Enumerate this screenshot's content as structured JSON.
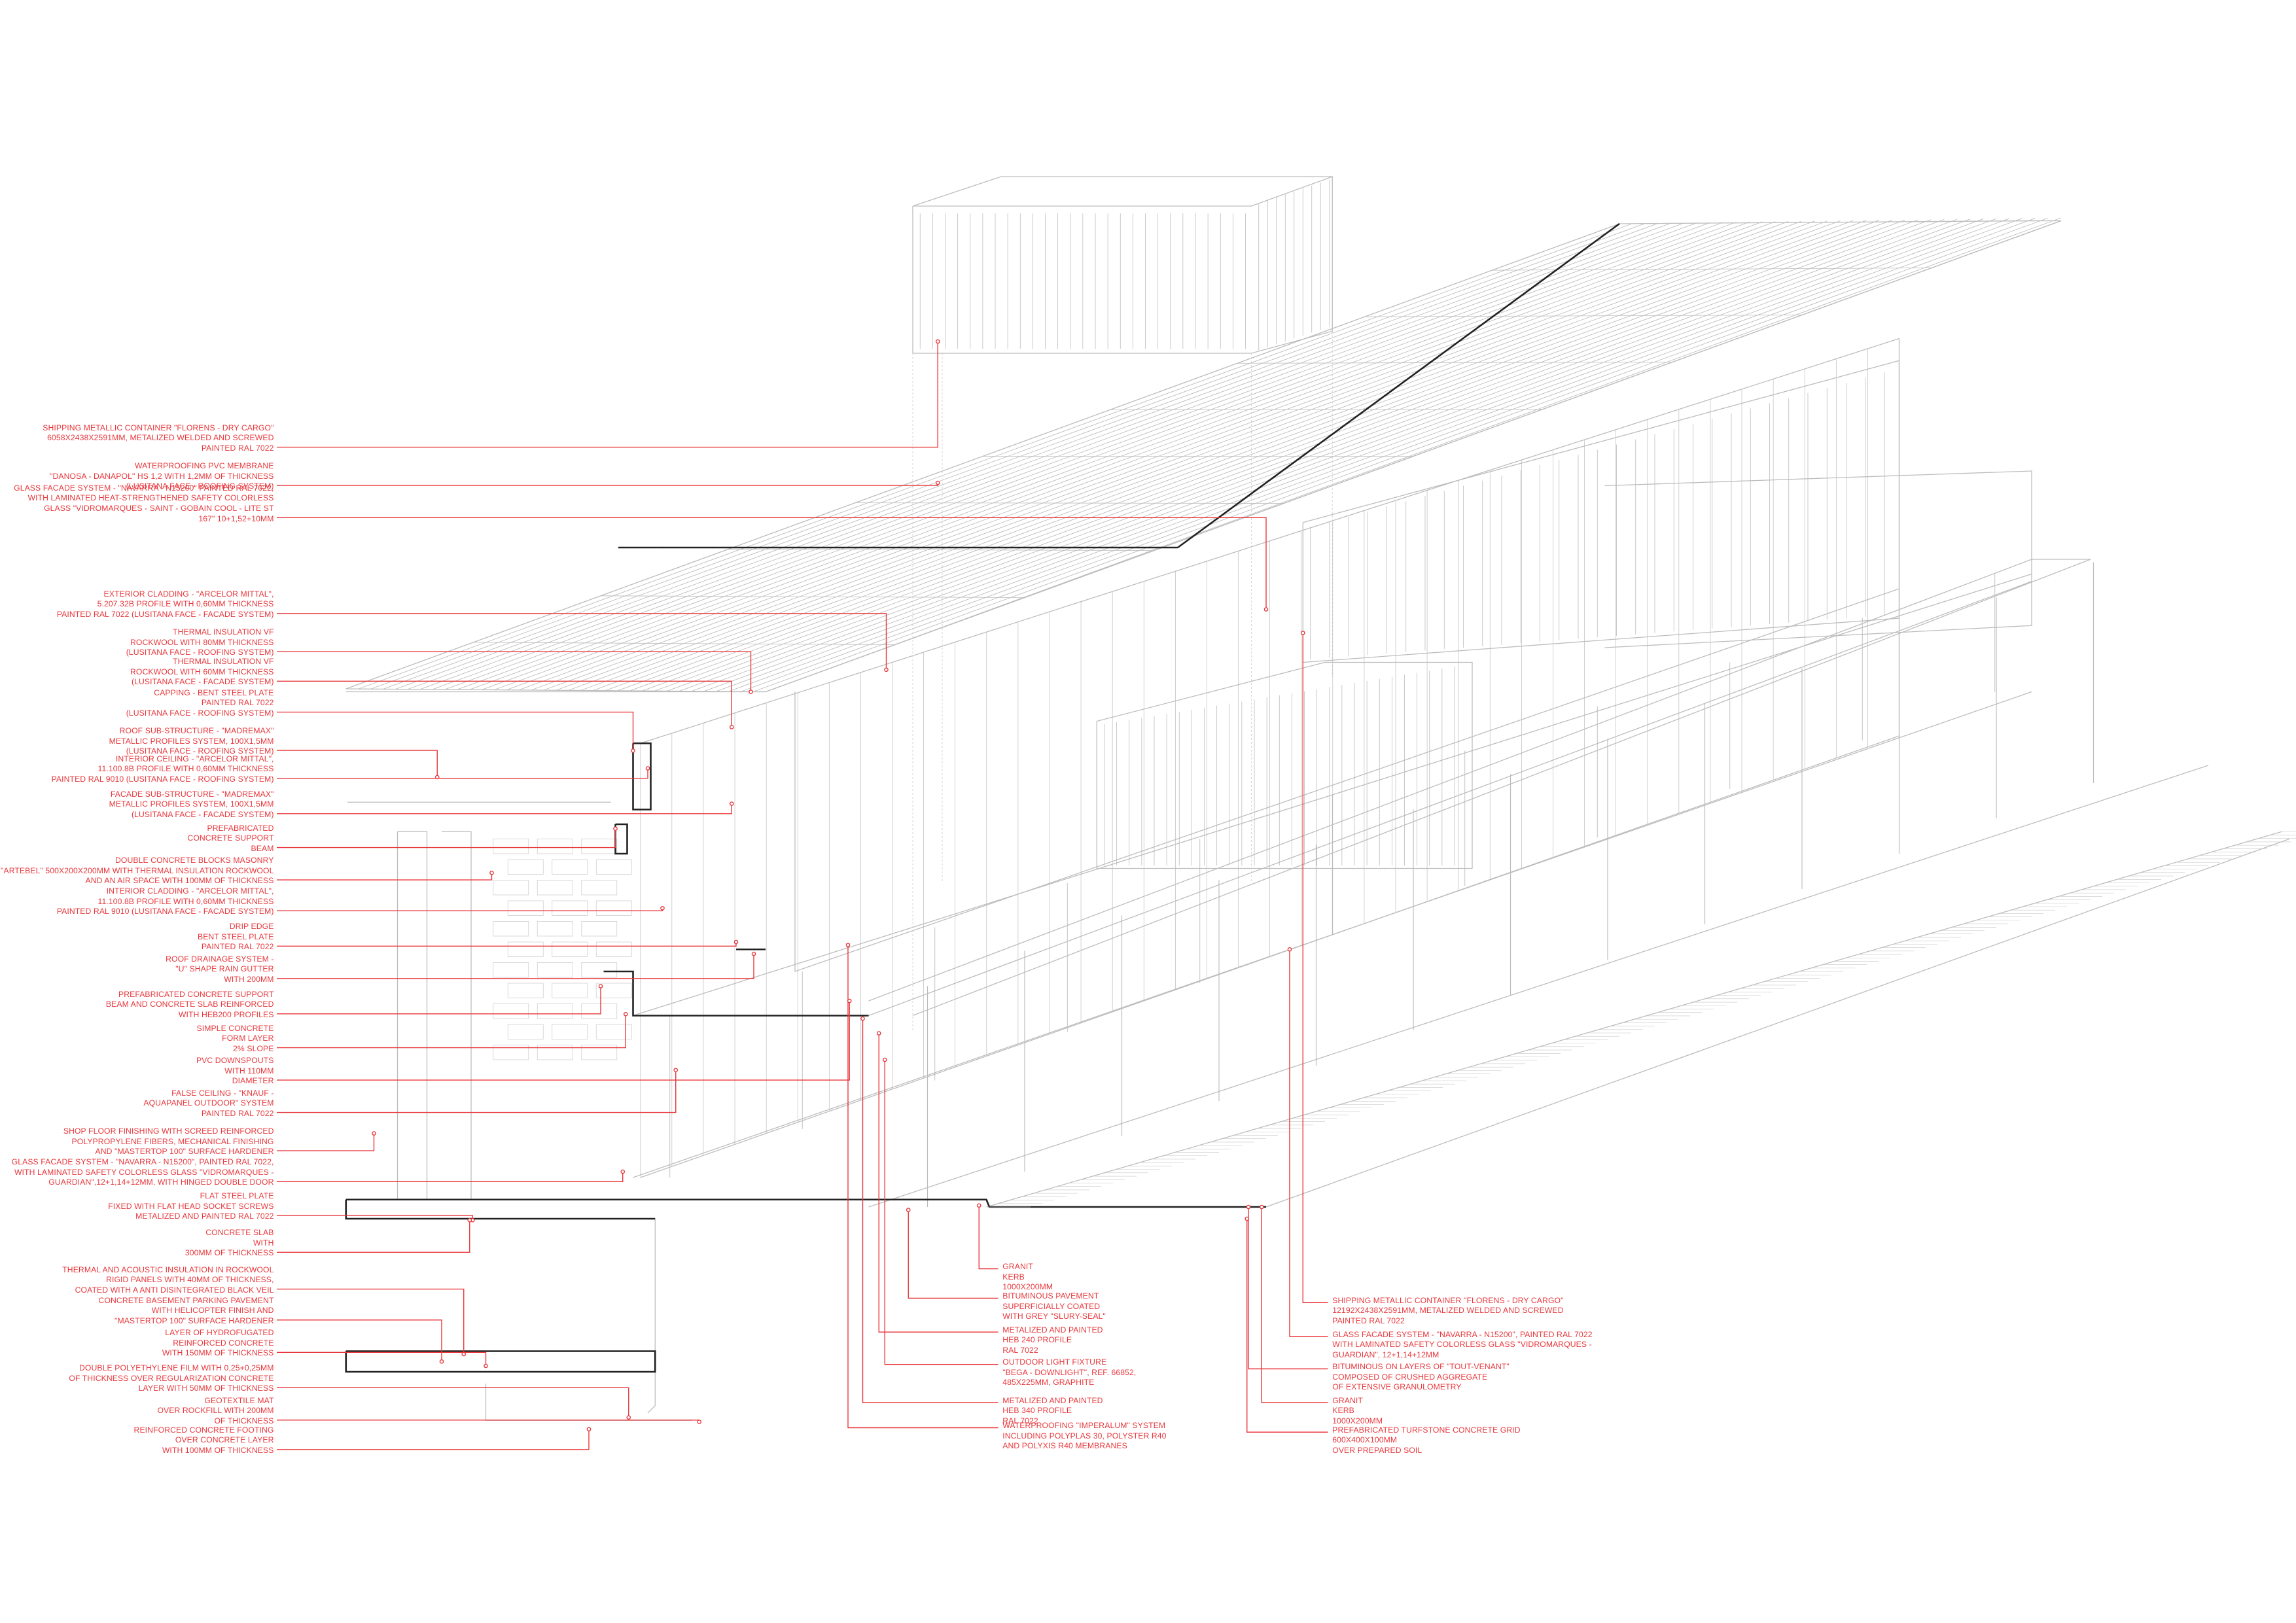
{
  "labels_left": [
    {
      "id": "shipping-container-20",
      "lines": [
        "SHIPPING METALLIC CONTAINER \"FLORENS - DRY CARGO\"",
        "6058x2438x2591mm, METALIZED WELDED AND SCREWED",
        "PAINTED RAL 7022"
      ]
    },
    {
      "id": "waterproofing-pvc",
      "lines": [
        "WATERPROOFING PVC MEMBRANE",
        "\"DANOSA - DANAPOL\" HS 1,2 WITH 1,2mm OF THICKNESS",
        "(LUSITANA FACE - ROOFING SYSTEM)"
      ]
    },
    {
      "id": "glass-facade-roof",
      "lines": [
        "GLASS FACADE SYSTEM - \"NAVARRA - N15200\" PAINTED RAL 7022,",
        "WITH LAMINATED HEAT-STRENGTHENED SAFETY COLORLESS",
        "GLASS \"VIDROMARQUES - SAINT - GOBAIN COOL - LITE ST",
        "167\" 10+1,52+10mm"
      ]
    },
    {
      "id": "exterior-cladding",
      "lines": [
        "EXTERIOR CLADDING - \"ARCELOR MITTAL\",",
        "5.207.32B PROFILE WITH 0,60mm THICKNESS",
        "PAINTED RAL 7022 (LUSITANA FACE - FACADE SYSTEM)"
      ]
    },
    {
      "id": "thermal-insulation-roof",
      "lines": [
        "THERMAL INSULATION VF",
        "ROCKWOOL WITH 80mm THICKNESS",
        "(LUSITANA FACE - ROOFING SYSTEM)"
      ]
    },
    {
      "id": "thermal-insulation-facade",
      "lines": [
        "THERMAL INSULATION VF",
        "ROCKWOOL WITH 60mm THICKNESS",
        "(LUSITANA FACE - FACADE SYSTEM)"
      ]
    },
    {
      "id": "capping",
      "lines": [
        "CAPPING - BENT STEEL PLATE",
        "PAINTED RAL 7022",
        "(LUSITANA FACE - ROOFING SYSTEM)"
      ]
    },
    {
      "id": "roof-sub-structure",
      "lines": [
        "ROOF SUB-STRUCTURE - \"MADREMAX\"",
        "METALLIC PROFILES SYSTEM, 100x1,5mm",
        "(LUSITANA FACE - ROOFING SYSTEM)"
      ]
    },
    {
      "id": "interior-ceiling",
      "lines": [
        "INTERIOR CEILING - \"ARCELOR MITTAL\",",
        "11.100.8B PROFILE WITH 0,60mm THICKNESS",
        "PAINTED RAL 9010 (LUSITANA FACE - ROOFING SYSTEM)"
      ]
    },
    {
      "id": "facade-sub-structure",
      "lines": [
        "FACADE SUB-STRUCTURE - \"MADREMAX\"",
        "METALLIC PROFILES SYSTEM, 100x1,5mm",
        "(LUSITANA FACE - FACADE SYSTEM)"
      ]
    },
    {
      "id": "prefab-beam",
      "lines": [
        "PREFABRICATED",
        "CONCRETE SUPPORT",
        "BEAM"
      ]
    },
    {
      "id": "double-masonry",
      "lines": [
        "DOUBLE CONCRETE BLOCKS MASONRY",
        "\"ARTEBEL\" 500x200x200mm WITH THERMAL INSULATION ROCKWOOL",
        "AND AN AIR SPACE WITH 100mm OF THICKNESS"
      ]
    },
    {
      "id": "interior-cladding",
      "lines": [
        "INTERIOR CLADDING - \"ARCELOR MITTAL\",",
        "11.100.8B PROFILE WITH 0,60mm THICKNESS",
        "PAINTED RAL 9010 (LUSITANA FACE - FACADE SYSTEM)"
      ]
    },
    {
      "id": "drip-edge",
      "lines": [
        "DRIP EDGE",
        "BENT STEEL PLATE",
        "PAINTED RAL 7022"
      ]
    },
    {
      "id": "roof-drainage",
      "lines": [
        "ROOF DRAINAGE SYSTEM -",
        "\"U\" SHAPE RAIN GUTTER",
        "WITH 200mm"
      ]
    },
    {
      "id": "prefab-support-slab",
      "lines": [
        "PREFABRICATED CONCRETE SUPPORT",
        "BEAM AND CONCRETE SLAB REINFORCED",
        "WITH HEB200 PROFILES"
      ]
    },
    {
      "id": "simple-concrete",
      "lines": [
        "SIMPLE CONCRETE",
        "FORM LAYER",
        "2% SLOPE"
      ]
    },
    {
      "id": "pvc-downspouts",
      "lines": [
        "PVC DOWNSPOUTS",
        "WITH 110mm",
        "DIAMETER"
      ]
    },
    {
      "id": "false-ceiling",
      "lines": [
        "FALSE CEILING - \"KNAUF -",
        "AQUAPANEL OUTDOOR\" SYSTEM",
        "PAINTED RAL 7022"
      ]
    },
    {
      "id": "shop-floor",
      "lines": [
        "SHOP FLOOR FINISHING WITH SCREED REINFORCED",
        "POLYPROPYLENE FIBERS, MECHANICAL FINISHING",
        "AND \"MASTERTOP 100\" SURFACE HARDENER"
      ]
    },
    {
      "id": "glass-facade-shop",
      "lines": [
        "GLASS FACADE SYSTEM - \"NAVARRA - N15200\", PAINTED RAL 7022,",
        "WITH LAMINATED SAFETY COLORLESS GLASS \"VIDROMARQUES -",
        "GUARDIAN\",12+1,14+12mm, WITH HINGED DOUBLE DOOR"
      ]
    },
    {
      "id": "flat-steel-plate",
      "lines": [
        "FLAT STEEL PLATE",
        "FIXED WITH FLAT HEAD SOCKET SCREWS",
        "METALIZED AND PAINTED RAL 7022"
      ]
    },
    {
      "id": "concrete-slab",
      "lines": [
        "CONCRETE SLAB",
        "WITH",
        "300mm OF THICKNESS"
      ]
    },
    {
      "id": "thermal-acoustic",
      "lines": [
        "THERMAL AND ACOUSTIC INSULATION IN ROCKWOOL",
        "RIGID PANELS WITH 40mm OF THICKNESS,",
        "COATED WITH A ANTI DISINTEGRATED BLACK VEIL"
      ]
    },
    {
      "id": "basement-pavement",
      "lines": [
        "CONCRETE BASEMENT PARKING PAVEMENT",
        "WITH HELICOPTER FINISH AND",
        "\"MASTERTOP 100\" SURFACE HARDENER"
      ]
    },
    {
      "id": "hydrofugated",
      "lines": [
        "LAYER OF HYDROFUGATED",
        "REINFORCED CONCRETE",
        "WITH 150mm OF THICKNESS"
      ]
    },
    {
      "id": "polyethylene",
      "lines": [
        "DOUBLE POLYETHYLENE FILM WITH 0,25+0,25mm",
        "OF THICKNESS OVER REGULARIZATION CONCRETE",
        "LAYER WITH 50mm OF THICKNESS"
      ]
    },
    {
      "id": "geotextile",
      "lines": [
        "GEOTEXTILE MAT",
        "OVER ROCKFILL WITH 200mm",
        "OF THICKNESS"
      ]
    },
    {
      "id": "footing",
      "lines": [
        "REINFORCED CONCRETE FOOTING",
        "OVER CONCRETE LAYER",
        "WITH 100mm OF THICKNESS"
      ]
    }
  ],
  "labels_mid": [
    {
      "id": "granit-kerb-1",
      "lines": [
        "GRANIT",
        "KERB",
        "1000x200mm"
      ]
    },
    {
      "id": "bituminous-pavement",
      "lines": [
        "BITUMINOUS PAVEMENT",
        "SUPERFICIALLY COATED",
        "WITH GREY \"SLURY-SEAL\""
      ]
    },
    {
      "id": "heb240",
      "lines": [
        "METALIZED AND PAINTED",
        "HEB 240 PROFILE",
        "RAL 7022"
      ]
    },
    {
      "id": "outdoor-light",
      "lines": [
        "OUTDOOR LIGHT FIXTURE",
        "\"BEGA - DOWNLIGHT\", REF. 66852,",
        "485x225mm, GRAPHITE"
      ]
    },
    {
      "id": "heb340",
      "lines": [
        "METALIZED AND PAINTED",
        "HEB 340 PROFILE",
        "RAL 7022"
      ]
    },
    {
      "id": "waterproofing-imperalum",
      "lines": [
        "WATERPROOFING \"IMPERALUM\" SYSTEM",
        "INCLUDING POLYPLAS 30, POLYSTER R40",
        "AND POLYXIS R40 MEMBRANES"
      ]
    }
  ],
  "labels_right": [
    {
      "id": "shipping-container-40",
      "lines": [
        "SHIPPING METALLIC CONTAINER \"FLORENS - DRY CARGO\"",
        "12192x2438x2591mm, METALIZED WELDED AND SCREWED",
        "PAINTED RAL 7022"
      ]
    },
    {
      "id": "glass-facade-lower",
      "lines": [
        "GLASS FACADE SYSTEM - \"NAVARRA - N15200\", PAINTED RAL 7022",
        "WITH LAMINATED SAFETY COLORLESS GLASS \"VIDROMARQUES -",
        "GUARDIAN\", 12+1,14+12mm"
      ]
    },
    {
      "id": "bituminous-layers",
      "lines": [
        "BITUMINOUS ON LAYERS OF \"TOUT-VENANT\"",
        "COMPOSED OF CRUSHED AGGREGATE",
        "OF EXTENSIVE GRANULOMETRY"
      ]
    },
    {
      "id": "granit-kerb-2",
      "lines": [
        "GRANIT",
        "KERB",
        "1000x200mm"
      ]
    },
    {
      "id": "turfstone",
      "lines": [
        "PREFABRICATED TURFSTONE CONCRETE GRID",
        "600x400x100mm",
        "OVER PREPARED SOIL"
      ]
    }
  ],
  "colors": {
    "annotation": "#e8383d",
    "linework": "#b9b9b9",
    "heavy": "#222222"
  }
}
